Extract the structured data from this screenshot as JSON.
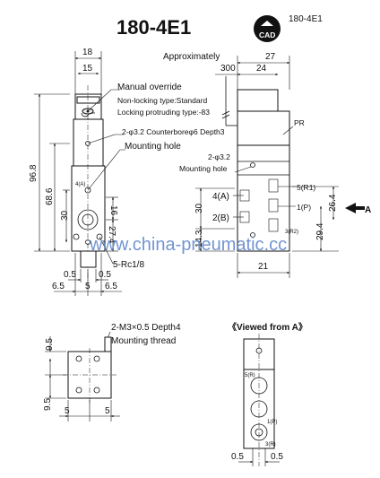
{
  "title": "180-4E1",
  "cad_badge": {
    "label": "CAD",
    "model": "180-4E1"
  },
  "watermark": "www.china-pneumatic.cc",
  "front_view": {
    "dim_18": "18",
    "dim_15": "15",
    "dim_96_8": "96.8",
    "dim_68_6": "68.6",
    "dim_30": "30",
    "dim_16": "16",
    "dim_27_4": "27.4",
    "dim_0_5_left": "0.5",
    "dim_0_5_right": "0.5",
    "dim_6_5_left": "6.5",
    "dim_5": "5",
    "dim_6_5_right": "6.5",
    "port_label": "4(A)",
    "manual_override": "Manual override",
    "non_locking": "Non-locking type:Standard",
    "locking": "Locking protruding type:-83",
    "counterbore": "2-φ3.2 Counterboreφ6 Depth3",
    "mounting_hole": "Mounting hole",
    "rc_ports": "5-Rc1/8"
  },
  "side_view": {
    "approximately": "Approximately",
    "dim_27": "27",
    "dim_300": "300",
    "dim_24": "24",
    "pr": "PR",
    "hole_note": "2-φ3.2",
    "mounting_hole": "Mounting hole",
    "port_4a": "4(A)",
    "port_2b": "2(B)",
    "port_5r1": "5(R1)",
    "port_1p": "1(P)",
    "port_3r2": "3(R2)",
    "dim_30": "30",
    "dim_14_3": "14.3",
    "dim_26_4": "26.4",
    "dim_29_4": "29.4",
    "dim_21": "21",
    "arrow_label": "A"
  },
  "bottom_view": {
    "thread_note": "2-M3×0.5 Depth4",
    "mounting_thread": "Mounting thread",
    "dim_9_5_top": "9.5",
    "dim_9_5_bottom": "9.5",
    "dim_5_left": "5",
    "dim_5_right": "5"
  },
  "view_a": {
    "label": "《Viewed from A》",
    "port_5r": "5(R)",
    "port_1p": "1(P)",
    "port_3r": "3(R)",
    "dim_0_5_left": "0.5",
    "dim_0_5_right": "0.5"
  }
}
